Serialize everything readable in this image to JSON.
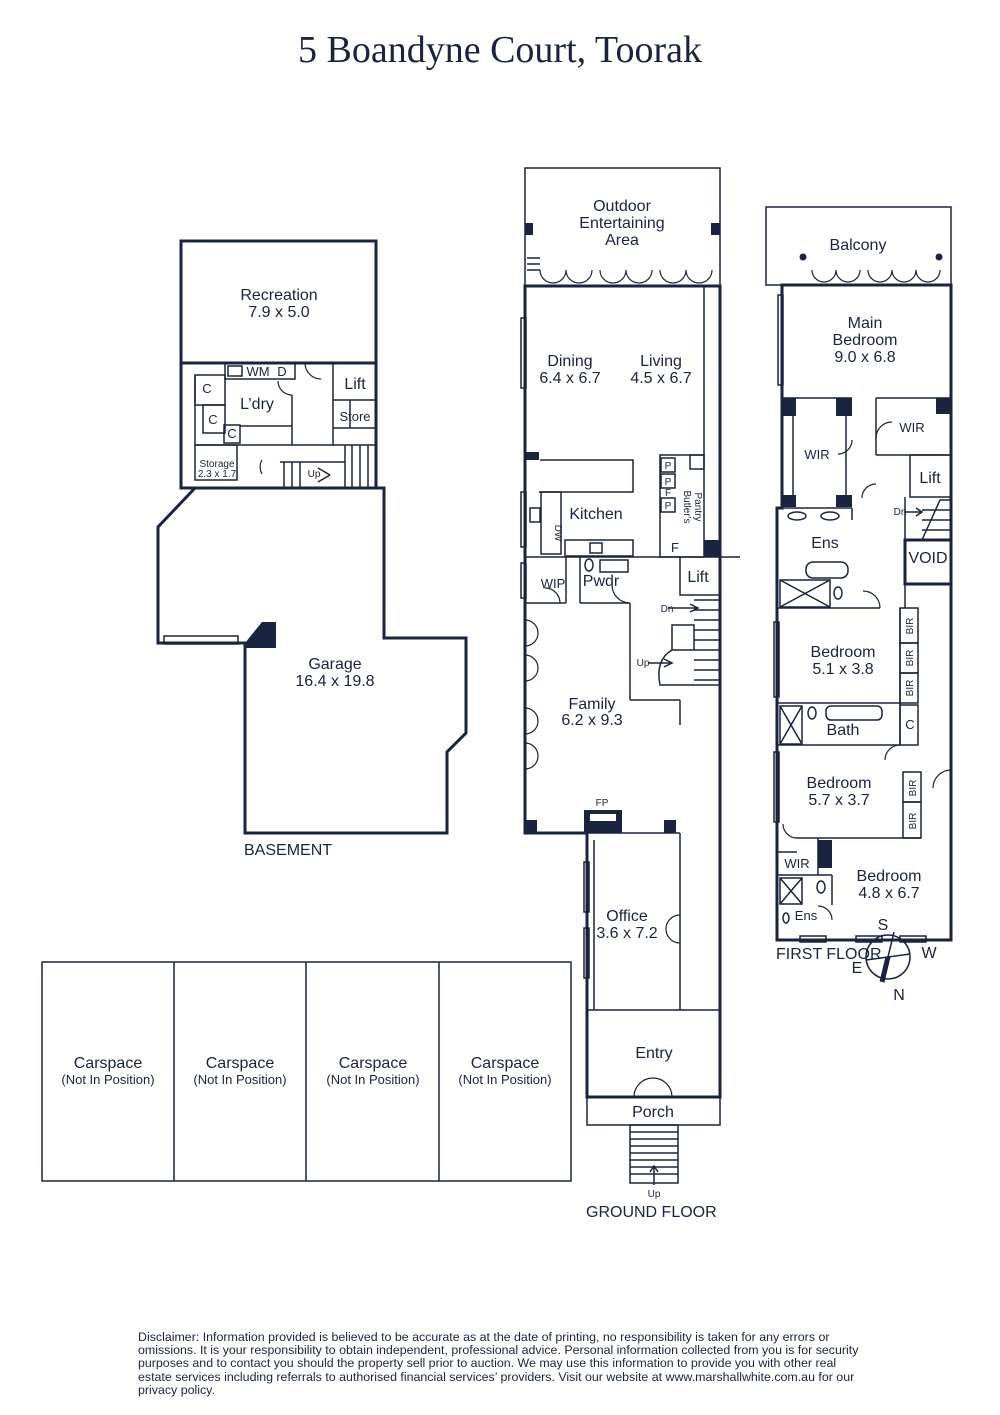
{
  "title": "5 Boandyne Court, Toorak",
  "basement": {
    "label": "BASEMENT",
    "recreation": {
      "name": "Recreation",
      "size": "7.9 x 5.0"
    },
    "wm": "WM",
    "d": "D",
    "laundry": "L’dry",
    "cupboard": "C",
    "lift": "Lift",
    "store": "Store",
    "storage": {
      "name": "Storage",
      "size": "2.3 x 1.7"
    },
    "up": "Up",
    "garage": {
      "name": "Garage",
      "size": "16.4 x 19.8"
    }
  },
  "carspaces": [
    {
      "name": "Carspace",
      "note": "(Not In Position)"
    },
    {
      "name": "Carspace",
      "note": "(Not In Position)"
    },
    {
      "name": "Carspace",
      "note": "(Not In Position)"
    },
    {
      "name": "Carspace",
      "note": "(Not In Position)"
    }
  ],
  "ground": {
    "label": "GROUND FLOOR",
    "outdoor": [
      "Outdoor",
      "Entertaining",
      "Area"
    ],
    "dining": {
      "name": "Dining",
      "size": "6.4 x 6.7"
    },
    "living": {
      "name": "Living",
      "size": "4.5 x 6.7"
    },
    "kitchen": "Kitchen",
    "dw": "DW",
    "p": "P",
    "f": "F",
    "butlers": [
      "Butler's",
      "Pantry"
    ],
    "wip": "WIP",
    "pwdr": "Pwdr",
    "lift": "Lift",
    "dn": "Dn",
    "up": "Up",
    "family": {
      "name": "Family",
      "size": "6.2 x 9.3"
    },
    "fp": "FP",
    "office": {
      "name": "Office",
      "size": "3.6 x 7.2"
    },
    "entry": "Entry",
    "porch": "Porch"
  },
  "first": {
    "label": "FIRST FLOOR",
    "balcony": "Balcony",
    "main_bedroom": {
      "name": [
        "Main",
        "Bedroom"
      ],
      "size": "9.0 x 6.8"
    },
    "wir": "WIR",
    "lift": "Lift",
    "dn": "Dn",
    "void": "VOID",
    "ens": "Ens",
    "bedroom2": {
      "name": "Bedroom",
      "size": "5.1 x 3.8"
    },
    "bir": "BIR",
    "bath": "Bath",
    "c": "C",
    "bedroom3": {
      "name": "Bedroom",
      "size": "5.7 x 3.7"
    },
    "bedroom4": {
      "name": "Bedroom",
      "size": "4.8 x 6.7"
    }
  },
  "compass": {
    "s": "S",
    "w": "W",
    "e": "E",
    "n": "N"
  },
  "disclaimer": "Disclaimer: Information provided is believed to be accurate as at the date of printing, no responsibility is taken for any errors or omissions. It is your responsibility to obtain independent, professional advice. Personal information collected from you is for security purposes and to contact you should the property sell prior to auction. We may use this information to provide you with other real estate services including referrals to authorised financial services’ providers. Visit our website at www.marshallwhite.com.au for our privacy policy.",
  "colors": {
    "ink": "#1a2340",
    "background": "#ffffff"
  }
}
